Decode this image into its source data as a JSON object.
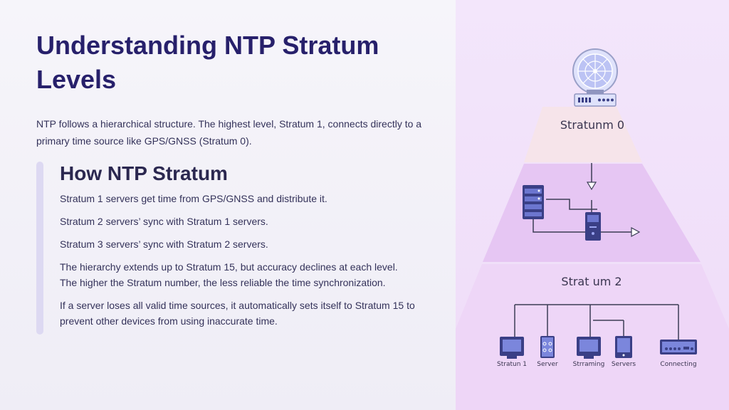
{
  "title": "Understanding NTP Stratum Levels",
  "intro": "NTP follows a hierarchical structure. The highest level, Stratum 1, connects directly to a primary time source like GPS/GNSS (Stratum 0).",
  "section": {
    "heading": "How NTP Stratum",
    "points": [
      "Stratum 1 servers get time from GPS/GNSS and distribute it.",
      "Stratum 2 servers’ sync with Stratum 1 servers.",
      "Stratum 3 servers’ sync with Stratum 2 servers.",
      "The hierarchy extends up to Stratum 15, but accuracy declines at each level. The higher the Stratum number, the less reliable the time synchronization.",
      "If a server loses all valid time sources, it automatically sets itself to Stratum 15 to prevent other devices from using inaccurate time."
    ]
  },
  "diagram": {
    "tier0_label": "Stratunm 0",
    "tier2_label": "Strat um 2",
    "devices": [
      "Stratun 1",
      "Server",
      "Strraming",
      "Servers",
      "Connecting"
    ],
    "colors": {
      "tier0": "#f6e4ea",
      "tier1": "#e8c8f4",
      "tier2": "#eed4f7",
      "device": "#7b86dc",
      "device_dark": "#3a3f86",
      "line": "#3b3d55"
    }
  }
}
